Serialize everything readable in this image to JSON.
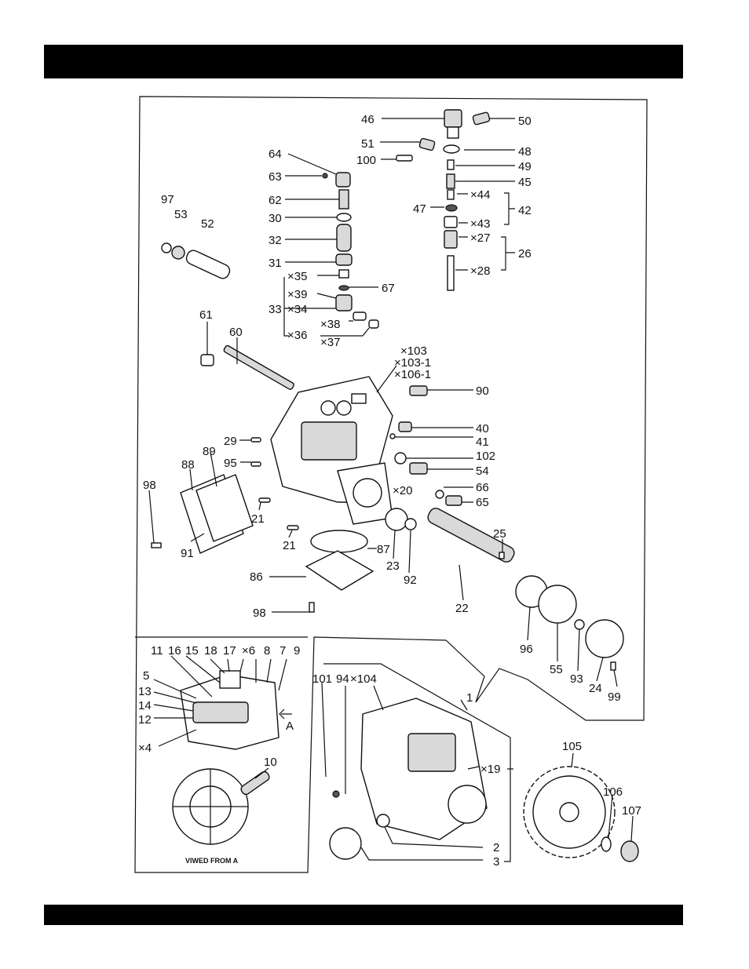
{
  "header": {
    "title": ""
  },
  "footer": {
    "text": ""
  },
  "callouts": {
    "c46": "46",
    "c50": "50",
    "c51": "51",
    "c48": "48",
    "c100": "100",
    "c49": "49",
    "c64": "64",
    "c63": "63",
    "c45": "45",
    "cX44": "×44",
    "c42": "42",
    "c47": "47",
    "c62": "62",
    "cX43": "×43",
    "c97": "97",
    "c53": "53",
    "c52": "52",
    "c30": "30",
    "cX27": "×27",
    "c26": "26",
    "c32": "32",
    "cX28": "×28",
    "c31": "31",
    "cX35": "×35",
    "c67": "67",
    "cX39": "×39",
    "c33": "33",
    "cX34": "×34",
    "c61": "61",
    "cX38": "×38",
    "cX36": "×36",
    "cX37": "×37",
    "c60": "60",
    "cX103": "×103",
    "cX103_1": "×103-1",
    "cX106_1": "×106-1",
    "c90": "90",
    "c40": "40",
    "c29": "29",
    "c41": "41",
    "c89": "89",
    "c102": "102",
    "c88": "88",
    "c95": "95",
    "c54": "54",
    "c98a": "98",
    "c66": "66",
    "cX20": "×20",
    "c65": "65",
    "c21a": "21",
    "c21b": "21",
    "c25": "25",
    "c87": "87",
    "c91": "91",
    "c23": "23",
    "c92": "92",
    "c86": "86",
    "c22": "22",
    "c98b": "98",
    "c96": "96",
    "c55": "55",
    "c93": "93",
    "c24": "24",
    "c99": "99",
    "c11": "11",
    "c16": "16",
    "c15": "15",
    "c18": "18",
    "c17": "17",
    "cX6": "×6",
    "c8": "8",
    "c7": "7",
    "c9": "9",
    "c5": "5",
    "c13": "13",
    "c14": "14",
    "c12": "12",
    "cA": "A",
    "cX4": "×4",
    "c10": "10",
    "c101": "101",
    "c94": "94",
    "cX104": "×104",
    "c1": "1",
    "cX19": "×19",
    "c105": "105",
    "c106": "106",
    "c107": "107",
    "c2": "2",
    "c3": "3",
    "viewed_from_a": "VIWED FROM A"
  }
}
